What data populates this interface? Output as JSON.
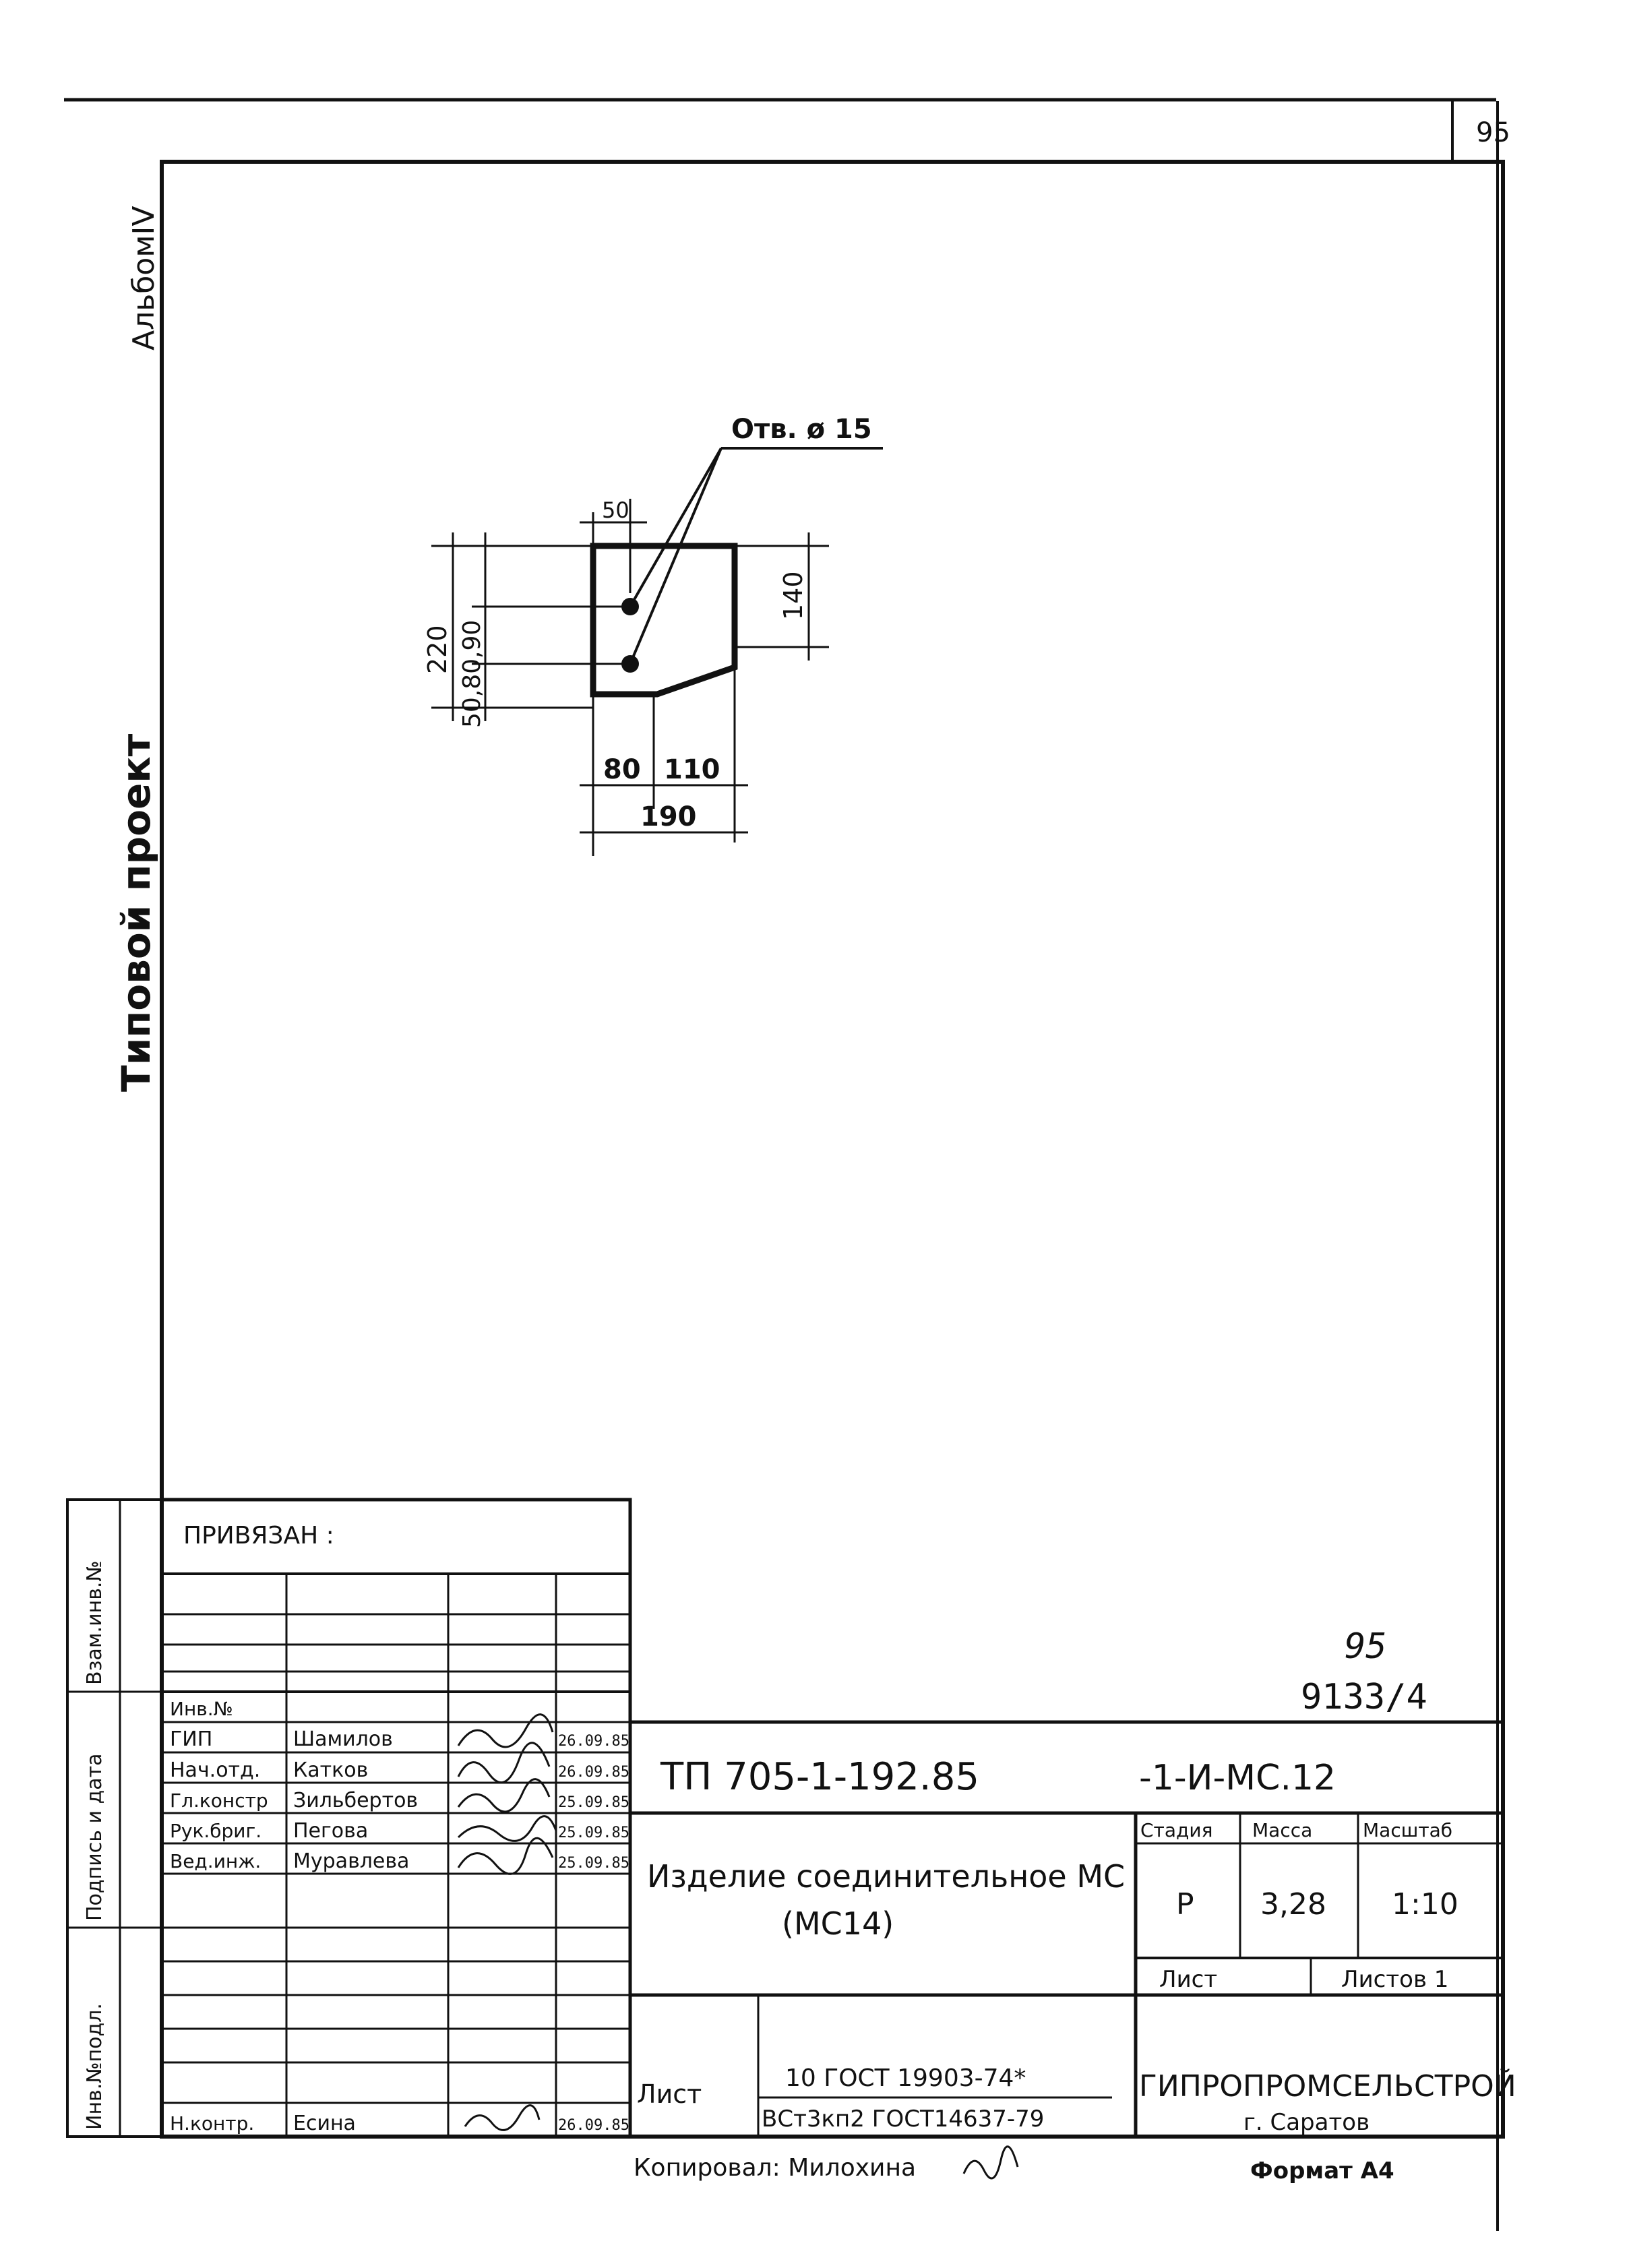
{
  "page_number": "95",
  "side_labels": {
    "album": "АльбомIV",
    "project": "Типовой проект",
    "vzam_inv": "Взам.инв.№",
    "podpis_data": "Подпись и дата",
    "inv_podl": "Инв.№подл."
  },
  "drawing": {
    "hole_note": "Отв. ø 15",
    "dims": {
      "top_50": "50",
      "left_220": "220",
      "left_stack": "50,80,90",
      "right_140": "140",
      "bottom_80": "80",
      "bottom_110": "110",
      "bottom_190": "190"
    }
  },
  "sheet_ref": {
    "top": "95",
    "bottom": "9133/4"
  },
  "privyazan": "ПРИВЯЗАН :",
  "signatures": {
    "inv_label": "Инв.№",
    "rows": [
      {
        "role": "ГИП",
        "name": "Шамилов",
        "date": "26.09.85"
      },
      {
        "role": "Нач.отд.",
        "name": "Катков",
        "date": "26.09.85"
      },
      {
        "role": "Гл.констр",
        "name": "Зильбертов",
        "date": "25.09.85"
      },
      {
        "role": "Рук.бриг.",
        "name": "Пегова",
        "date": "25.09.85"
      },
      {
        "role": "Вед.инж.",
        "name": "Муравлева",
        "date": "25.09.85"
      }
    ],
    "control": {
      "role": "Н.контр.",
      "name": "Есина",
      "date": "26.09.85"
    }
  },
  "title_block": {
    "doc_code": "ТП 705-1-192.85",
    "doc_suffix": "-1-И-МС.12",
    "item_name_1": "Изделие соединительное МС",
    "item_name_2": "(МС14)",
    "stage_header": "Стадия",
    "mass_header": "Масса",
    "scale_header": "Масштаб",
    "stage": "Р",
    "mass": "3,28",
    "scale": "1:10",
    "sheet_label": "Лист",
    "sheets_label": "Листов 1",
    "material_label": "Лист",
    "material_1": "10 ГОСТ 19903-74*",
    "material_2": "ВСт3кп2 ГОСТ14637-79",
    "org": "ГИПРОПРОМСЕЛЬСТРОЙ",
    "city": "г. Саратов"
  },
  "footer": {
    "copied": "Копировал: Милохина",
    "format": "Формат А4"
  }
}
